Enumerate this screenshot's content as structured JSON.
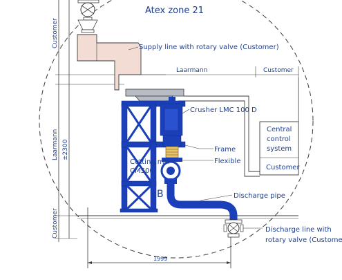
{
  "diagram": {
    "zone_title": "Atex zone 21",
    "labels": {
      "supply_line": "Supply line with rotary valve (Customer)",
      "laarmann_top": "Laarmann",
      "customer_top": "Customer",
      "crusher": "Crusher LMC 100 D",
      "frame": "Frame",
      "flexible": "Flexible",
      "cutting_mill_line1": "Cutting mill",
      "cutting_mill_line2": "CM500",
      "point_b": "B",
      "discharge_pipe": "Discharge pipe",
      "discharge_line_line1": "Discharge line with",
      "discharge_line_line2": "rotary valve (Customer)",
      "control_line1": "Central",
      "control_line2": "control",
      "control_line3": "system",
      "control_customer": "Customer",
      "side_customer_top": "Customer",
      "side_laarmann": "Laarmann",
      "side_height": "±2300",
      "side_customer_bottom": "Customer",
      "width_dim": "1999"
    },
    "colors": {
      "frame_blue": "#1a3fb8",
      "line_color": "#3a3a3a",
      "text_blue": "#1f3f8f",
      "chute_fill": "#f2dcd4",
      "grey_fill": "#b8bcc4"
    }
  }
}
